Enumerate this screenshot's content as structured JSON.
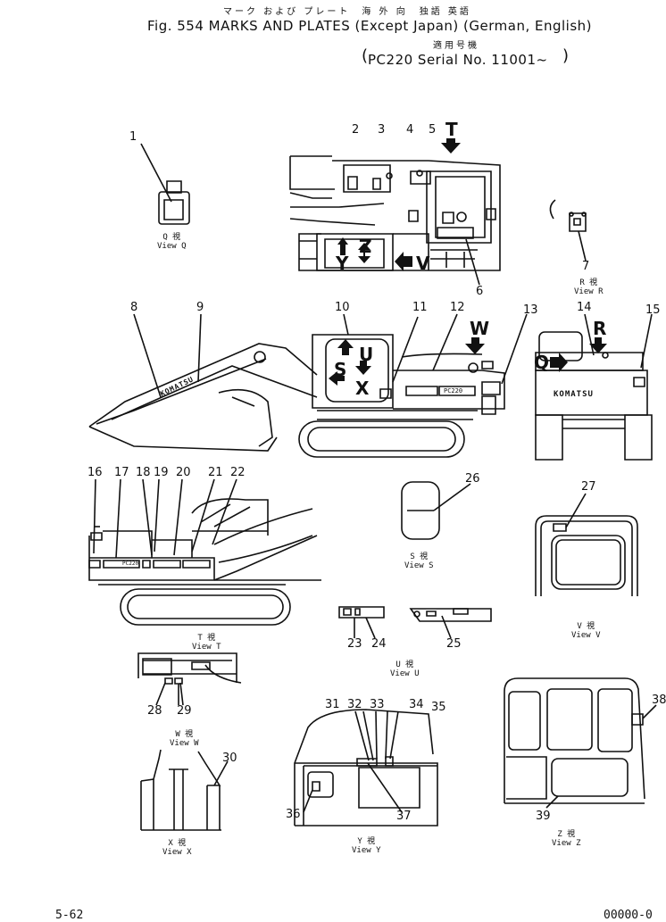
{
  "header": {
    "jp_line1": "マーク および プレート　海 外 向　独語 英語",
    "title_line": "Fig. 554  MARKS AND PLATES (Except Japan) (German, English)",
    "jp_line2": "適用号機",
    "serial_line": "PC220 Serial No. 11001~"
  },
  "views": {
    "q": {
      "jp": "Q 視",
      "en": "View Q"
    },
    "r": {
      "jp": "R 視",
      "en": "View R"
    },
    "s": {
      "jp": "S 視",
      "en": "View S"
    },
    "t": {
      "jp": "T 視",
      "en": "View T"
    },
    "u": {
      "jp": "U 視",
      "en": "View U"
    },
    "v": {
      "jp": "V 視",
      "en": "View V"
    },
    "w": {
      "jp": "W 視",
      "en": "View W"
    },
    "x": {
      "jp": "X 視",
      "en": "View X"
    },
    "y": {
      "jp": "Y 視",
      "en": "View Y"
    },
    "z": {
      "jp": "Z 視",
      "en": "View Z"
    }
  },
  "arrow_letters": {
    "t": "T",
    "v": "V",
    "w": "W",
    "r": "R",
    "q": "Q",
    "s": "S",
    "u": "U",
    "x": "X",
    "y": "Y",
    "z": "Z"
  },
  "decals": {
    "komatsu": "KOMATSU",
    "model": "PC220"
  },
  "callouts": [
    "1",
    "2",
    "3",
    "4",
    "5",
    "6",
    "7",
    "8",
    "9",
    "10",
    "11",
    "12",
    "13",
    "14",
    "15",
    "16",
    "17",
    "18",
    "19",
    "20",
    "21",
    "22",
    "23",
    "24",
    "25",
    "26",
    "27",
    "28",
    "29",
    "30",
    "31",
    "32",
    "33",
    "34",
    "35",
    "36",
    "37",
    "38",
    "39"
  ],
  "footer": {
    "page_left": "5-62",
    "page_right": "00000-0"
  }
}
